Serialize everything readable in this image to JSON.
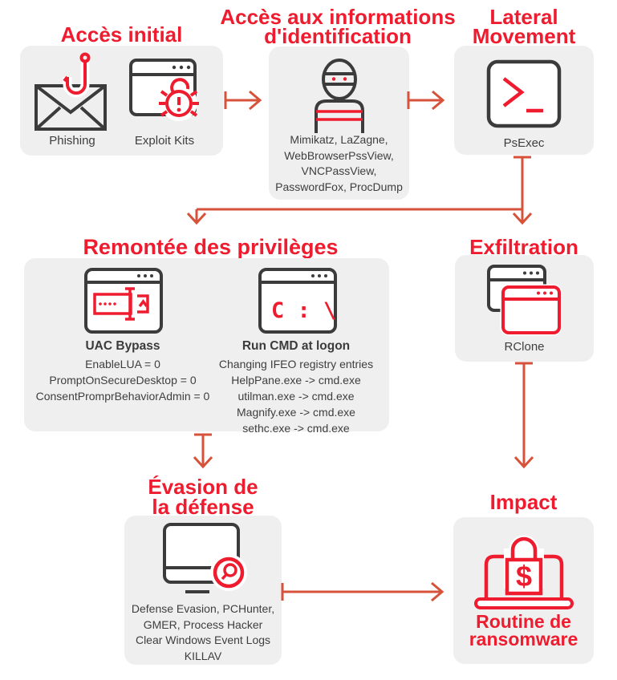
{
  "colors": {
    "title_red": "#ee1c2e",
    "icon_red": "#ee1c2e",
    "arrow_orange_red": "#d6523a",
    "card_gray": "#efefef",
    "icon_dark": "#3b3b3b",
    "body_text": "#3e3e3e"
  },
  "stages": {
    "initial_access": {
      "title": "Accès initial",
      "items": [
        {
          "icon": "phishing-envelope-hook-icon",
          "label": "Phishing"
        },
        {
          "icon": "browser-bug-icon",
          "label": "Exploit Kits"
        }
      ]
    },
    "credential_access": {
      "title_line1": "Accès aux informations",
      "title_line2": "d'identification",
      "icon": "burglar-icon",
      "tools_lines": [
        "Mimikatz, LaZagne,",
        "WebBrowserPssView,",
        "VNCPassView,",
        "PasswordFox, ProcDump"
      ]
    },
    "lateral_movement": {
      "title_line1": "Lateral",
      "title_line2": "Movement",
      "icon": "terminal-prompt-icon",
      "label": "PsExec"
    },
    "privilege_escalation": {
      "title": "Remontée des privilèges",
      "items": [
        {
          "icon": "window-uac-slider-icon",
          "heading": "UAC Bypass",
          "lines": [
            "EnableLUA = 0",
            "PromptOnSecureDesktop = 0",
            "ConsentPromprBehaviorAdmin = 0"
          ]
        },
        {
          "icon": "window-cmd-icon",
          "cmd_text": "C : \\",
          "heading": "Run CMD at logon",
          "lines": [
            "Changing IFEO registry entries",
            "HelpPane.exe -> cmd.exe",
            "utilman.exe -> cmd.exe",
            "Magnify.exe -> cmd.exe",
            "sethc.exe -> cmd.exe"
          ]
        }
      ]
    },
    "exfiltration": {
      "title": "Exfiltration",
      "icon": "overlapping-windows-icon",
      "label": "RClone"
    },
    "defense_evasion": {
      "title_line1": "Évasion de",
      "title_line2": "la défense",
      "icon": "monitor-magnifier-icon",
      "lines": [
        "Defense Evasion, PCHunter,",
        "GMER, Process Hacker",
        "Clear Windows Event Logs",
        "KILLAV"
      ]
    },
    "impact": {
      "title": "Impact",
      "icon": "laptop-ransom-lock-icon",
      "label_line1": "Routine de",
      "label_line2": "ransomware"
    }
  }
}
